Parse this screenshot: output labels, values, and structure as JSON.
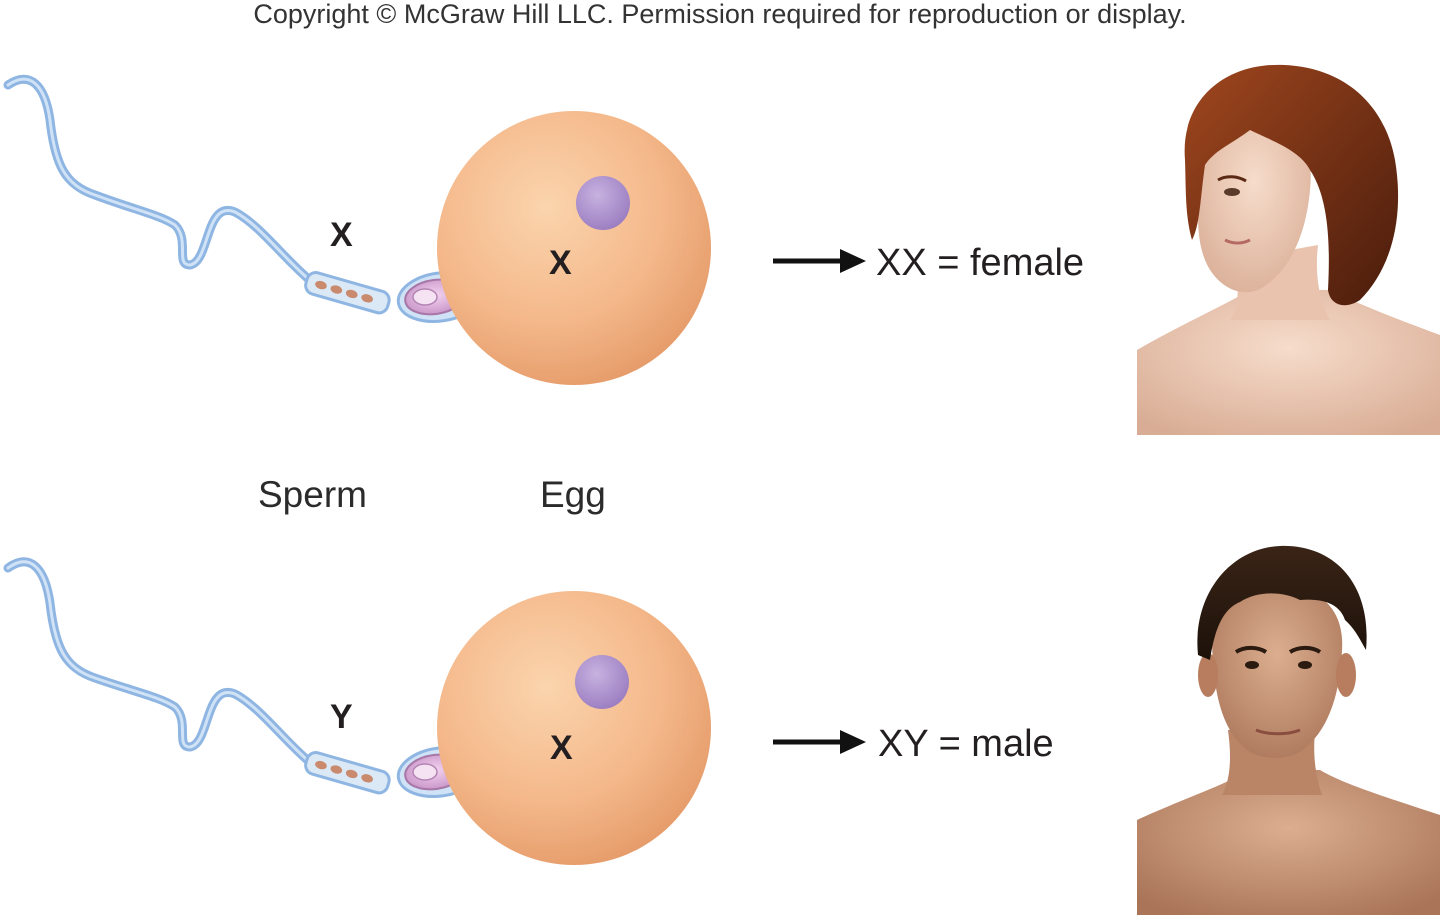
{
  "copyright": "Copyright © McGraw Hill LLC. Permission required for reproduction or display.",
  "labels": {
    "sperm": "Sperm",
    "egg": "Egg"
  },
  "rows": [
    {
      "sperm_chromosome": "X",
      "egg_chromosome": "X",
      "result": "XX = female",
      "portrait": "female-portrait"
    },
    {
      "sperm_chromosome": "Y",
      "egg_chromosome": "X",
      "result": "XY = male",
      "portrait": "male-portrait"
    }
  ],
  "colors": {
    "egg": "#f2b98a",
    "egg_nucleus": "#a88cc8",
    "sperm_tail": "#8fb6e3",
    "sperm_midpiece": "#c98a6e",
    "sperm_head": "#d8a3d6",
    "arrow": "#111111"
  }
}
